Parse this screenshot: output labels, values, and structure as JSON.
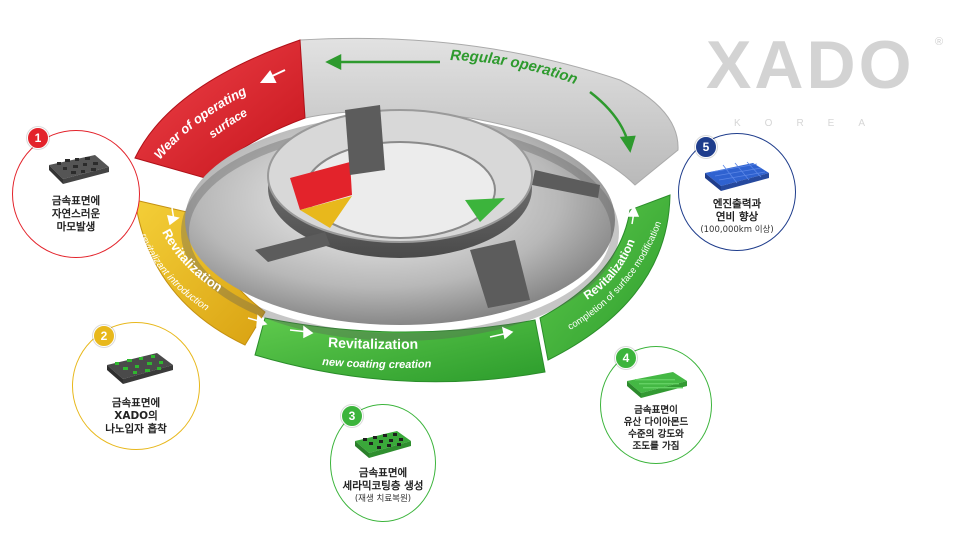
{
  "logo": {
    "word": "XADO",
    "registered": "®",
    "sub": "KOREA"
  },
  "colors": {
    "red": "#e3232b",
    "yellow": "#e8b81c",
    "green": "#3cb43c",
    "gray": "#cfcfcf",
    "blue": "#1f3d8c"
  },
  "ring_labels": {
    "wear": {
      "line1": "Wear of operating",
      "line2": "surface"
    },
    "regular": "Regular operation",
    "revital_intro": {
      "line1": "Revitalization",
      "line2": "revitalizant introduction"
    },
    "revital_coating": {
      "line1": "Revitalization",
      "line2": "new coating creation"
    },
    "revital_completion": {
      "line1": "Revitalization",
      "line2": "completion of surface modification"
    }
  },
  "steps": [
    {
      "number": "1",
      "color": "#e3232b",
      "lines": [
        "금속표면에",
        "자연스러운",
        "마모발생"
      ],
      "note": ""
    },
    {
      "number": "2",
      "color": "#e8b81c",
      "lines": [
        "금속표면에",
        "XADO의",
        "나노입자 흡착"
      ],
      "note": ""
    },
    {
      "number": "3",
      "color": "#3cb43c",
      "lines": [
        "금속표면에",
        "세라믹코팅층 생성"
      ],
      "note": "(재생 치료복원)"
    },
    {
      "number": "4",
      "color": "#3cb43c",
      "lines": [
        "금속표면이",
        "유산 다이아몬드",
        "수준의 강도와",
        "조도를 가짐"
      ],
      "note": ""
    },
    {
      "number": "5",
      "color": "#1f3d8c",
      "lines": [
        "엔진출력과",
        "연비 향상"
      ],
      "note": "(100,000km 이상)"
    }
  ]
}
